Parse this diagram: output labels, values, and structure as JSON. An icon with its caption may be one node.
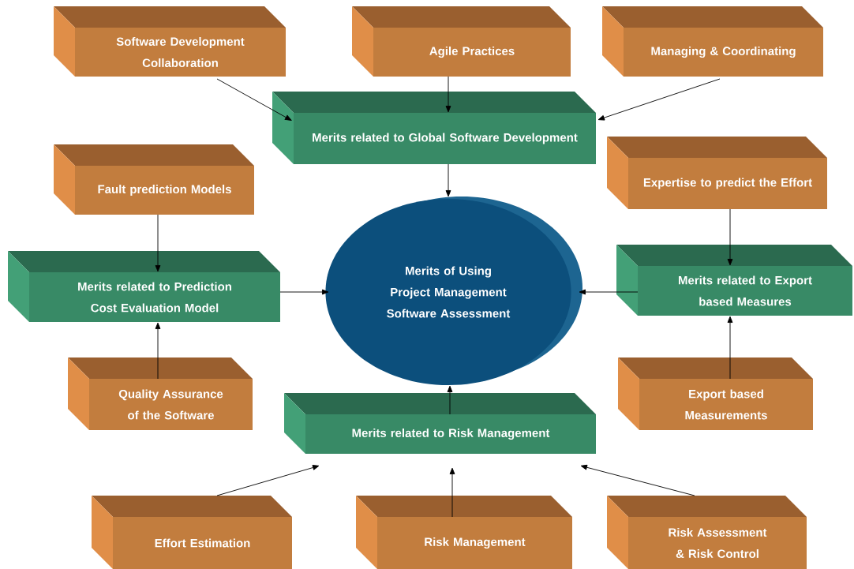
{
  "diagram": {
    "nodes": [
      {
        "text": [
          "Software Development Collaboration"
        ]
      },
      {
        "text": [
          "Agile Practices"
        ]
      },
      {
        "text": [
          "Managing & Coordinating"
        ]
      },
      {
        "text": [
          "Merits related to Global Software Development"
        ]
      },
      {
        "text": [
          "Fault prediction Models"
        ]
      },
      {
        "text": [
          "Expertise to predict the Effort"
        ]
      },
      {
        "text": [
          "Merits related to Prediction Cost Evaluation Model"
        ]
      },
      {
        "text": [
          "Merits of Using Project Management Software Assessment"
        ]
      },
      {
        "text": [
          "Merits related to Export based Measures"
        ]
      },
      {
        "text": [
          "Quality Assurance of the Software"
        ]
      },
      {
        "text": [
          "Export based Measurements"
        ]
      },
      {
        "text": [
          "Merits related to Risk Management"
        ]
      },
      {
        "text": [
          "Effort Estimation"
        ]
      },
      {
        "text": [
          "Risk Management"
        ]
      },
      {
        "text": [
          "Risk Assessment & Risk Control"
        ]
      }
    ],
    "edges": [
      {
        "from": 0,
        "to": 3,
        "arrow": "to"
      },
      {
        "from": 1,
        "to": 3,
        "arrow": "to"
      },
      {
        "from": 2,
        "to": 3,
        "arrow": "to"
      },
      {
        "from": 3,
        "to": 7,
        "arrow": "to"
      },
      {
        "from": 4,
        "to": 6,
        "arrow": "to"
      },
      {
        "from": 9,
        "to": 6,
        "arrow": "to"
      },
      {
        "from": 6,
        "to": 7,
        "arrow": "to"
      },
      {
        "from": 5,
        "to": 8,
        "arrow": "to"
      },
      {
        "from": 10,
        "to": 8,
        "arrow": "to"
      },
      {
        "from": 8,
        "to": 7,
        "arrow": "to"
      },
      {
        "from": 11,
        "to": 7,
        "arrow": "to"
      },
      {
        "from": 12,
        "to": 11,
        "arrow": "to"
      },
      {
        "from": 13,
        "to": 11,
        "arrow": "to"
      },
      {
        "from": 14,
        "to": 11,
        "arrow": "to"
      }
    ]
  }
}
